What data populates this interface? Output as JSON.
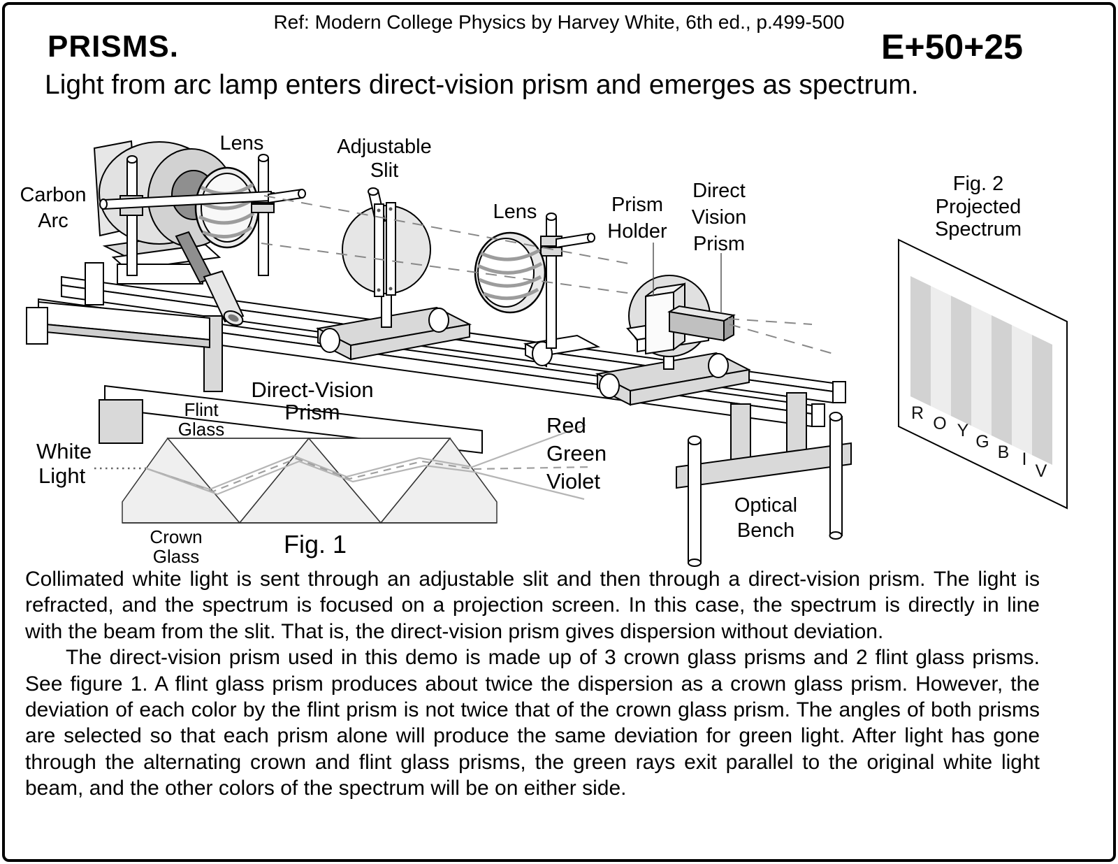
{
  "page": {
    "ref": "Ref: Modern College Physics by Harvey White, 6th ed., p.499-500",
    "title": "PRISMS.",
    "code": "E+50+25",
    "subtitle": "Light from arc lamp enters direct-vision prism and emerges as spectrum."
  },
  "diagram": {
    "labels": {
      "carbon_arc": [
        "Carbon",
        "Arc"
      ],
      "lens1": "Lens",
      "adjustable_slit": [
        "Adjustable",
        "Slit"
      ],
      "lens2": "Lens",
      "prism_holder": [
        "Prism",
        "Holder"
      ],
      "direct_vision_prism": [
        "Direct",
        "Vision",
        "Prism"
      ],
      "fig2": [
        "Fig. 2",
        "Projected",
        "Spectrum"
      ],
      "optical_bench": [
        "Optical",
        "Bench"
      ]
    },
    "spectrum_letters": [
      "R",
      "O",
      "Y",
      "G",
      "B",
      "I",
      "V"
    ],
    "fig1": {
      "title": [
        "Direct-Vision",
        "Prism"
      ],
      "flint_glass": [
        "Flint",
        "Glass"
      ],
      "crown_glass": [
        "Crown",
        "Glass"
      ],
      "white_light": [
        "White",
        "Light"
      ],
      "rays": [
        "Red",
        "Green",
        "Violet"
      ],
      "caption": "Fig. 1"
    },
    "colors": {
      "stripe_dark": "#d2d2d2",
      "stripe_light": "#ededed",
      "metal_gray": "#d9d9d9",
      "outline": "#000000"
    }
  },
  "body": {
    "paragraph1": "Collimated white light is sent through an adjustable slit and then through a direct-vision prism. The light is refracted, and the spectrum is focused on a projection screen. In this case, the spectrum is directly in line with the beam from the slit. That is, the direct-vision prism gives dispersion without deviation.",
    "paragraph2": "The direct-vision prism used in this demo is made up of 3 crown glass prisms and 2 flint glass prisms. See figure 1. A flint glass prism produces about twice the dispersion as a crown glass prism. However, the deviation of each color by the flint prism is not twice that of the crown glass prism. The angles of both prisms are selected so that each prism alone will produce the same deviation for green light. After light has gone through the alternating crown and flint glass prisms, the green rays exit parallel to the original white light beam, and the other colors of the spectrum will be on either side."
  }
}
